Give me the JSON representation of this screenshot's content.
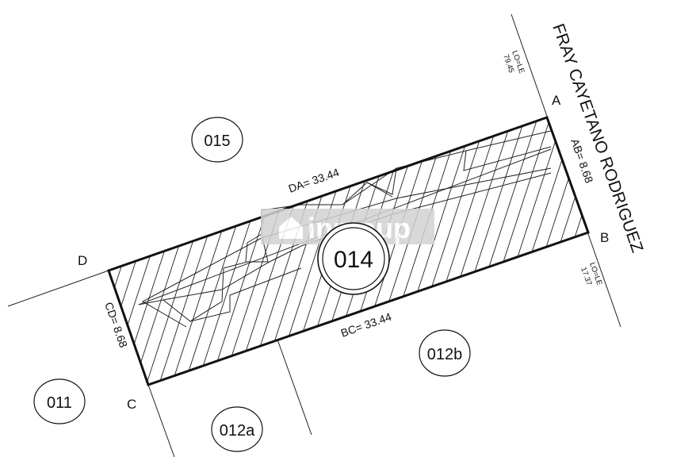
{
  "street_name": "FRAY CAYETANO RODRIGUEZ",
  "corners": {
    "a": "A",
    "b": "B",
    "c": "C",
    "d": "D"
  },
  "measurements": {
    "ab": "AB= 8.68",
    "bc": "BC= 33.44",
    "cd": "CD= 8.68",
    "da": "DA= 33.44"
  },
  "building_line": {
    "top_label": "LO=LE",
    "top_value": "79.45",
    "bottom_label": "LO=LE",
    "bottom_value": "17.37"
  },
  "lots": {
    "main": "014",
    "north": "015",
    "south_east": "012b",
    "south": "012a",
    "west": "011"
  },
  "watermark": "inmoup",
  "colors": {
    "line": "#111111",
    "hatch": "#222222",
    "watermark": "#cfcfcf",
    "background": "#ffffff"
  }
}
